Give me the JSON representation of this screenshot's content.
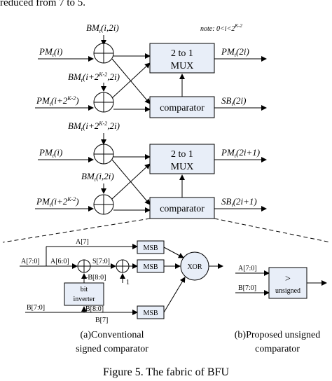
{
  "top_text": "reduced from 7 to 5.",
  "note": "note:  0<i<2",
  "note_sup": "K-2",
  "upper_block": {
    "pm_in_1": "PM",
    "pm_in_1_sub": "t",
    "pm_in_1_arg": "(i)",
    "pm_in_2": "PM",
    "pm_in_2_sub": "t",
    "pm_in_2_arg": "(i+2",
    "pm_in_2_sup": "K-2",
    "pm_in_2_end": ")",
    "bm_top": "BM",
    "bm_top_sub": "t",
    "bm_top_arg": "(i,2i)",
    "bm_mid": "BM",
    "bm_mid_sub": "t",
    "bm_mid_arg": "(i+2",
    "bm_mid_sup": "K-2",
    "bm_mid_end": ",2i)",
    "bm_bot": "BM",
    "bm_bot_sub": "t",
    "bm_bot_arg": "(i+2",
    "bm_bot_sup": "K-2",
    "bm_bot_end": ",2i)",
    "mux_line1": "2 to 1",
    "mux_line2": "MUX",
    "comparator": "comparator",
    "pm_out": "PM",
    "pm_out_sub": "t",
    "pm_out_arg": "(2i)",
    "sb_out": "SB",
    "sb_out_sub": "t",
    "sb_out_arg": "(2i)"
  },
  "lower_block": {
    "pm_in_1": "PM",
    "pm_in_1_sub": "t",
    "pm_in_1_arg": "(i)",
    "pm_in_2": "PM",
    "pm_in_2_sub": "t",
    "pm_in_2_arg": "(i+2",
    "pm_in_2_sup": "K-2",
    "pm_in_2_end": ")",
    "bm_mid": "BM",
    "bm_mid_sub": "t",
    "bm_mid_arg": "(i,2i)",
    "mux_line1": "2 to 1",
    "mux_line2": "MUX",
    "comparator": "comparator",
    "pm_out": "PM",
    "pm_out_sub": "t",
    "pm_out_arg": "(2i+1)",
    "sb_out": "SB",
    "sb_out_sub": "t",
    "sb_out_arg": "(2i+1)"
  },
  "detail_a": {
    "a7": "A[7]",
    "a70": "A[7:0]",
    "a60": "A[6:0]",
    "s70": "S[7:0]",
    "negb80": "-B[8:0]",
    "one": "1",
    "bit_inverter_1": "bit",
    "bit_inverter_2": "inverter",
    "b70": "B[7:0]",
    "b80": "B[8:0]",
    "b7": "B[7]",
    "msb": "MSB",
    "xor": "XOR",
    "caption_1": "(a)Conventional",
    "caption_2": "signed comparator"
  },
  "detail_b": {
    "a70": "A[7:0]",
    "b70": "B[7:0]",
    "gt": ">",
    "unsigned": "unsigned",
    "caption_1": "(b)Proposed unsigned",
    "caption_2": "comparator"
  },
  "figure_caption": "Figure 5.    The fabric of BFU"
}
